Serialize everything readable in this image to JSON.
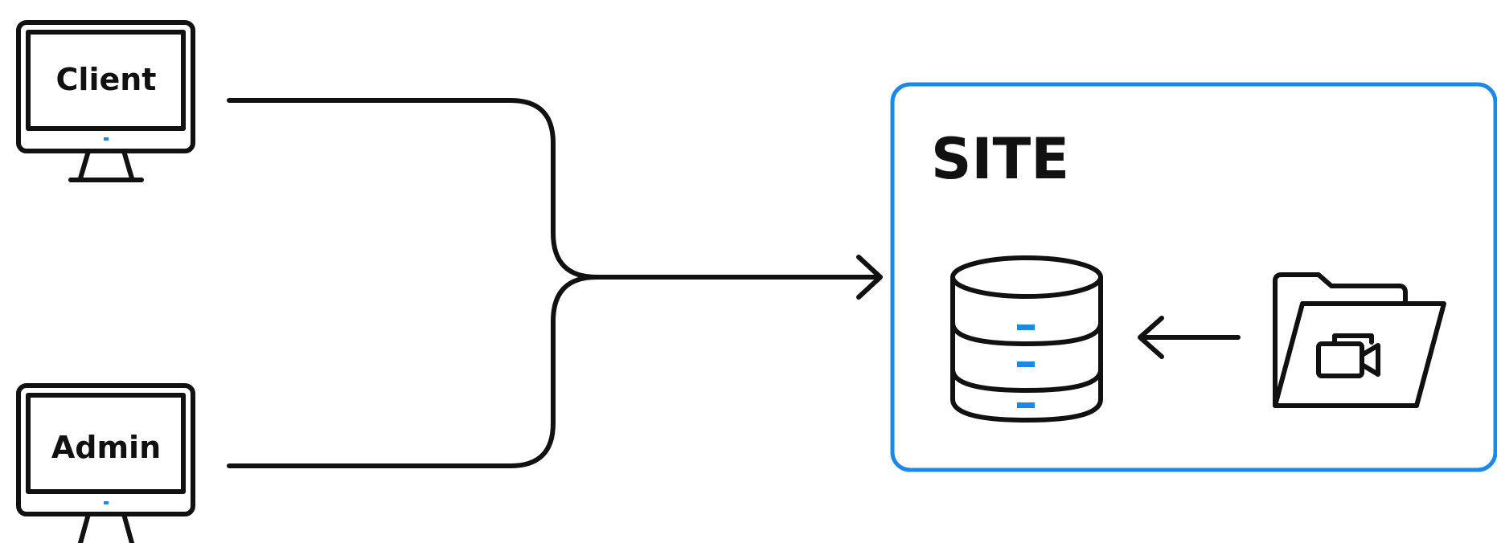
{
  "nodes": {
    "client": {
      "label": "Client"
    },
    "admin": {
      "label": "Admin"
    },
    "site": {
      "title": "SITE"
    }
  },
  "icons": {
    "computer": "monitor-icon",
    "database": "database-icon",
    "folder": "video-folder-icon"
  },
  "colors": {
    "stroke": "#111111",
    "site_border": "#1e88e5",
    "accent": "#1e88e5",
    "background": "#ffffff"
  }
}
